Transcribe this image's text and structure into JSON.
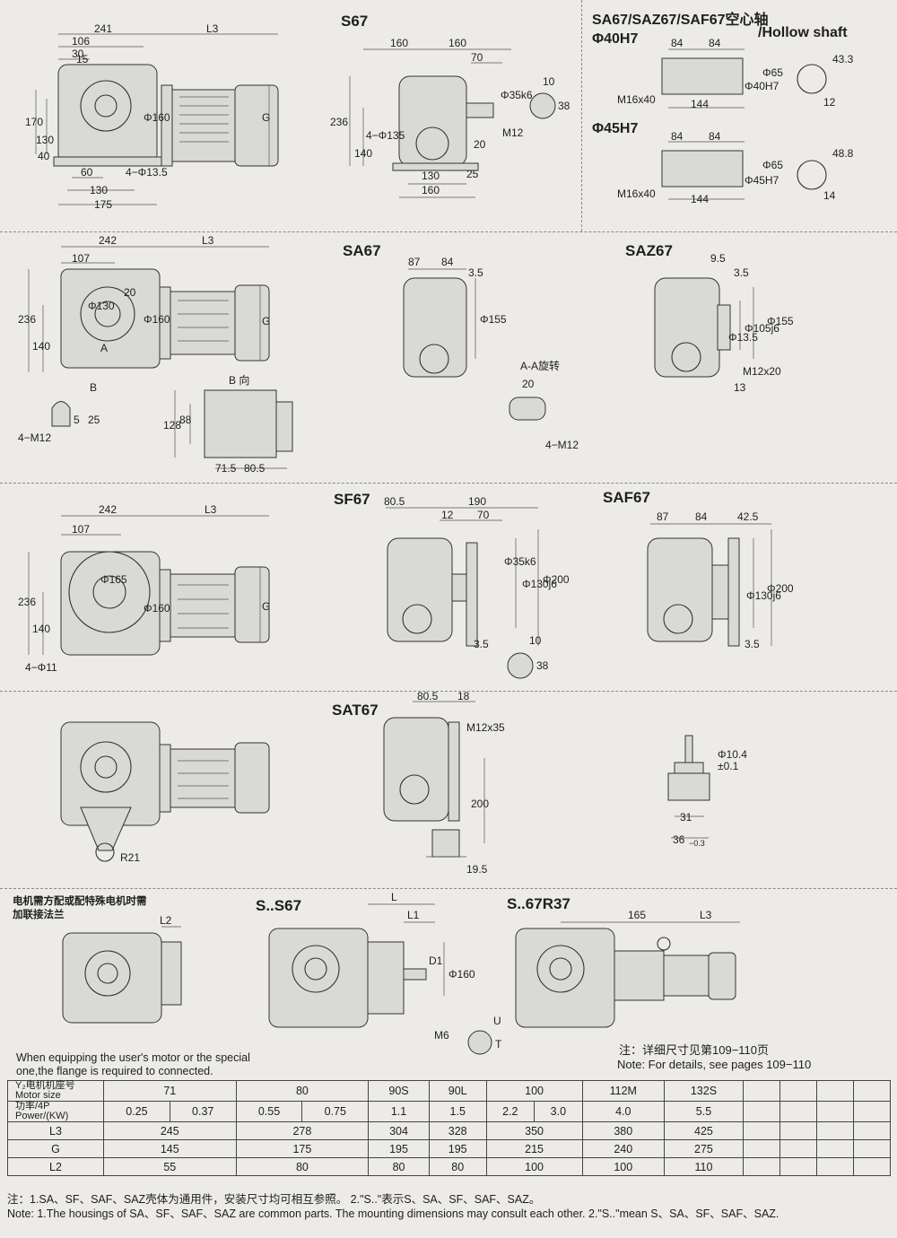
{
  "sections": {
    "s67": {
      "title": "S67",
      "side_dims": {
        "w_total": "241",
        "l3": "L3",
        "w106": "106",
        "w30": "30",
        "w15": "15",
        "h170": "170",
        "h130": "130",
        "h40": "40",
        "d160": "Φ160",
        "g": "G",
        "b60": "60",
        "holes": "4−Φ13.5",
        "b130": "130",
        "b175": "175"
      },
      "front_dims": {
        "t160a": "160",
        "t160b": "160",
        "t70": "70",
        "h236": "236",
        "h140": "140",
        "d35": "Φ35k6",
        "h20": "20",
        "holes": "4−Φ135",
        "m12": "M12",
        "b130": "130",
        "b160": "160",
        "b25": "25",
        "k10": "10",
        "k38": "38"
      }
    },
    "hollow": {
      "title1": "SA67/SAZ67/SAF67空心轴",
      "title2": "/Hollow shaft",
      "d40": "Φ40H7",
      "d45": "Φ45H7",
      "d40_dims": {
        "a": "84",
        "b": "84",
        "m": "M16x40",
        "l": "144",
        "d": "Φ40H7",
        "d65": "Φ65",
        "k": "43.3",
        "w": "12"
      },
      "d45_dims": {
        "a": "84",
        "b": "84",
        "m": "M16x40",
        "l": "144",
        "d": "Φ45H7",
        "d65": "Φ65",
        "k": "48.8",
        "w": "14"
      }
    },
    "sa67": {
      "title": "SA67",
      "side_dims": {
        "w242": "242",
        "l3": "L3",
        "w107": "107",
        "w20": "20",
        "d130": "Φ130",
        "h236": "236",
        "h140": "140",
        "d160": "Φ160",
        "g": "G",
        "bview": "B",
        "a1": "A",
        "key5": "5",
        "key25": "25",
        "m12": "4−M12"
      },
      "front_dims": {
        "t87": "87",
        "t84": "84",
        "t35": "3.5",
        "d155": "Φ155"
      },
      "bview": {
        "label": "B 向",
        "h128": "128",
        "h88": "88",
        "w71": "71.5",
        "w80": "80.5"
      },
      "section": {
        "label": "A-A旋转",
        "t20": "20",
        "m12": "4−M12"
      }
    },
    "saz67": {
      "title": "SAZ67",
      "dims": {
        "t95": "9.5",
        "t35": "3.5",
        "d135": "Φ13.5",
        "d105": "Φ105j6",
        "d155": "Φ155",
        "m12": "M12x20",
        "t13": "13"
      }
    },
    "sf67": {
      "title": "SF67",
      "side_dims": {
        "w242": "242",
        "l3": "L3",
        "w107": "107",
        "d165": "Φ165",
        "h236": "236",
        "h140": "140",
        "d160": "Φ160",
        "g": "G",
        "holes": "4−Φ11"
      },
      "front_dims": {
        "t805": "80.5",
        "t190": "190",
        "t12": "12",
        "t70": "70",
        "d35": "Φ35k6",
        "d130": "Φ130j6",
        "d200": "Φ200",
        "t35": "3.5",
        "k10": "10",
        "k38": "38"
      }
    },
    "saf67": {
      "title": "SAF67",
      "dims": {
        "t87": "87",
        "t84": "84",
        "t425": "42.5",
        "d130": "Φ130j6",
        "d200": "Φ200",
        "t35": "3.5"
      }
    },
    "sat67": {
      "title": "SAT67",
      "dims": {
        "t805": "80.5",
        "t18": "18",
        "m12": "M12x35",
        "h200": "200",
        "t195": "19.5",
        "r21": "R21",
        "d104": "Φ10.4",
        "tol": "±0.1",
        "w31": "31",
        "w36": "36",
        "tol36": "−0.3"
      }
    },
    "variants": {
      "note_cn_1": "电机需方配或配特殊电机时需",
      "note_cn_2": "加联接法兰",
      "l2": "L2",
      "s_s67": {
        "title": "S..S67",
        "l": "L",
        "l1": "L1",
        "d1": "D1",
        "d160": "Φ160",
        "m6": "M6",
        "u": "U",
        "t": "T"
      },
      "s_67r37": {
        "title": "S..67R37",
        "w165": "165",
        "l3": "L3"
      },
      "note_en": "When equipping the user's motor or the special one,the flange is required to connected.",
      "note_cn_ref": "注：详细尺寸见第109−110页",
      "note_en_ref": "Note: For details, see pages 109−110"
    }
  },
  "table": {
    "header_cn": "Y₂电机机座号",
    "header_en": "Motor size",
    "power_cn": "功率/4P",
    "power_en": "Power/(KW)",
    "sizes": [
      "71",
      "80",
      "90S",
      "90L",
      "100",
      "112M",
      "132S"
    ],
    "powers": [
      "0.25",
      "0.37",
      "0.55",
      "0.75",
      "1.1",
      "1.5",
      "2.2",
      "3.0",
      "4.0",
      "5.5"
    ],
    "rows": [
      {
        "label": "L3",
        "values": [
          "245",
          "278",
          "304",
          "328",
          "350",
          "380",
          "425"
        ]
      },
      {
        "label": "G",
        "values": [
          "145",
          "175",
          "195",
          "195",
          "215",
          "240",
          "275"
        ]
      },
      {
        "label": "L2",
        "values": [
          "55",
          "80",
          "80",
          "80",
          "100",
          "100",
          "110"
        ]
      }
    ]
  },
  "footnotes": {
    "cn": "注：1.SA、SF、SAF、SAZ壳体为通用件，安装尺寸均可相互参照。 2.\"S..\"表示S、SA、SF、SAF、SAZ。",
    "en": "Note: 1.The housings of SA、SF、SAF、SAZ are common parts. The mounting dimensions may consult each other.   2.\"S..\"mean S、SA、SF、SAF、SAZ."
  }
}
